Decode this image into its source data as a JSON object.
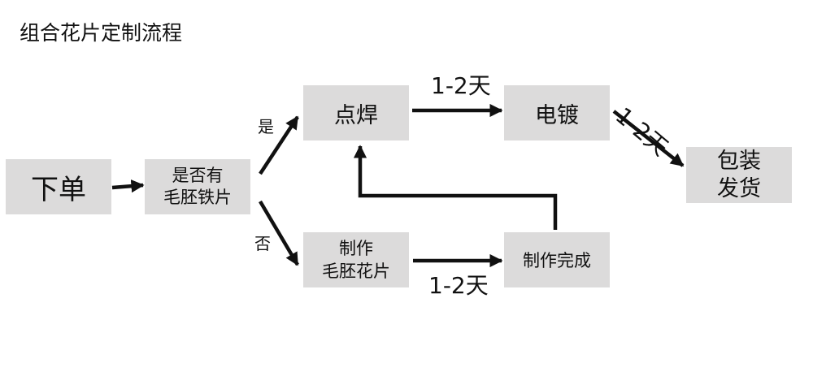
{
  "title": "组合花片定制流程",
  "nodes": {
    "order": "下单",
    "check": "是否有\n毛胚铁片",
    "weld": "点焊",
    "plate": "电镀",
    "ship": "包装\n发货",
    "make": "制作\n毛胚花片",
    "done": "制作完成"
  },
  "edges": {
    "yes": "是",
    "no": "否",
    "weld_to_plate": "1-2天",
    "plate_to_ship": "1-2天",
    "make_to_done": "1-2天"
  },
  "colors": {
    "box_fill": "#dcdbdb",
    "arrow": "#111111"
  }
}
